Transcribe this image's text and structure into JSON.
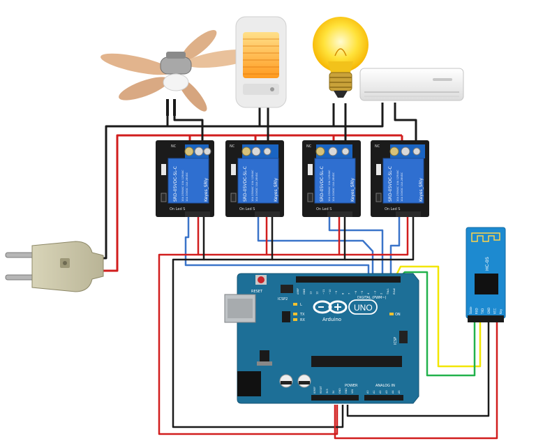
{
  "relays": [
    {
      "brand": "Keyes_SRly",
      "model": "SRD-05VDC-SL-C",
      "spec": [
        "10A 250VAC 10A 125VAC",
        "10A 30VDC 10A 28VDC"
      ],
      "terminal_label": "NC",
      "pins": "On Led S"
    },
    {
      "brand": "Keyes_SRly",
      "model": "SRD-05VDC-SL-C",
      "spec": [
        "10A 250VAC 10A 125VAC",
        "10A 30VDC 10A 28VDC"
      ],
      "terminal_label": "NC",
      "pins": "On Led S"
    },
    {
      "brand": "Keyes_SRly",
      "model": "SRD-05VDC-SL-C",
      "spec": [
        "10A 250VAC 10A 125VAC",
        "10A 30VDC 10A 28VDC"
      ],
      "terminal_label": "NC",
      "pins": "On Led S"
    },
    {
      "brand": "Keyes_SRly",
      "model": "SRD-05VDC-SL-C",
      "spec": [
        "10A 250VAC 10A 125VAC",
        "10A 30VDC 10A 28VDC"
      ],
      "terminal_label": "NC",
      "pins": "On Led S"
    }
  ],
  "arduino": {
    "logo_text": "UNO",
    "brand": "Arduino",
    "reset_label": "RESET",
    "icsp2_label": "ICSP2",
    "icsp_label": "ICSP",
    "digital_label": "DIGITAL (PWM~)",
    "power_label": "POWER",
    "analog_label": "ANALOG IN",
    "on_label": "ON",
    "led_labels": [
      "L",
      "TX",
      "RX"
    ],
    "digital_pins": [
      "AREF",
      "GND",
      "13",
      "12",
      "~11",
      "~10",
      "~9",
      "8",
      "7",
      "~6",
      "~5",
      "4",
      "~3",
      "2",
      "TX▸1",
      "RX◂0"
    ],
    "power_pins": [
      "IOREF",
      "RESET",
      "3V3",
      "5V",
      "GND",
      "GND",
      "VIN"
    ],
    "analog_pins": [
      "A0",
      "A1",
      "A2",
      "A3",
      "A4",
      "A5"
    ]
  },
  "bluetooth": {
    "model": "HC-05",
    "pins": [
      "State",
      "RXD",
      "TXD",
      "GND",
      "VCC",
      "Key"
    ]
  },
  "colors": {
    "wire_red": "#d11d1d",
    "wire_black": "#1a1a1a",
    "wire_blue": "#3a74c9",
    "wire_yellow": "#f2e600",
    "wire_green": "#22b24c",
    "relay_board": "#1b1b1b",
    "relay_body": "#2f6fd0",
    "arduino_board": "#1d6f97",
    "bt_board": "#1d8ad0"
  },
  "icons": [
    "ceiling-fan-icon",
    "heater-icon",
    "light-bulb-icon",
    "air-conditioner-icon",
    "power-plug-icon"
  ]
}
